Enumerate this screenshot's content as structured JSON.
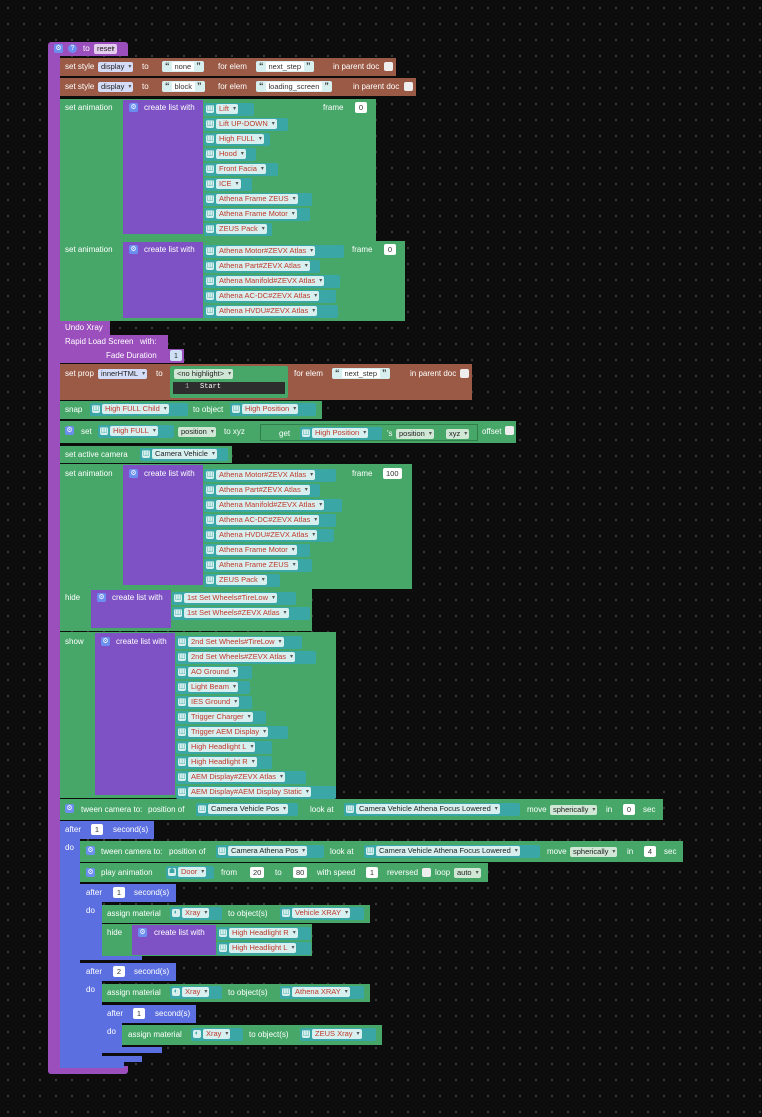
{
  "procedure": {
    "name": "reset",
    "to_label": "to",
    "help_icon": "?"
  },
  "style_blocks": [
    {
      "set_style": "set style",
      "prop": "display",
      "to": "to",
      "value": "none",
      "for_elem": "for elem",
      "elem": "next_step",
      "in_parent": "in parent doc"
    },
    {
      "set_style": "set style",
      "prop": "display",
      "to": "to",
      "value": "block",
      "for_elem": "for elem",
      "elem": "loading_screen",
      "in_parent": "in parent doc"
    }
  ],
  "anim1": {
    "label": "set animation",
    "create": "create list with",
    "frame": "frame",
    "frame_val": "0",
    "items": [
      "Lift",
      "Lift UP-DOWN",
      "High FULL",
      "Hood",
      "Front Facia",
      "ICE",
      "Athena Frame ZEUS",
      "Athena Frame Motor",
      "ZEUS Pack"
    ]
  },
  "anim2": {
    "label": "set animation",
    "create": "create list with",
    "frame": "frame",
    "frame_val": "0",
    "items": [
      "Athena Motor#ZEVX Atlas",
      "Athena Part#ZEVX Atlas",
      "Athena Manifold#ZEVX Atlas",
      "Athena AC-DC#ZEVX Atlas",
      "Athena HVDU#ZEVX Atlas"
    ]
  },
  "undo_xray": "Undo Xray",
  "rapid": {
    "label": "Rapid Load Screen",
    "with": "with:",
    "fade": "Fade Duration",
    "fade_val": "1"
  },
  "setprop": {
    "label": "set prop",
    "prop": "innerHTML",
    "to": "to",
    "highlight": "<no highlight>",
    "line_no": "1",
    "code": "Start",
    "for_elem": "for elem",
    "elem": "next_step",
    "in_parent": "in parent doc"
  },
  "snap": {
    "label": "snap",
    "obj": "High FULL Child",
    "to_object": "to object",
    "target": "High Position"
  },
  "setxyz": {
    "label": "set",
    "obj": "High FULL",
    "prop": "position",
    "to_xyz": "to xyz",
    "get": "get",
    "get_obj": "High Position",
    "s": "'s",
    "get_prop": "position",
    "xyz": "xyz",
    "offset": "offset"
  },
  "camera": {
    "label": "set active camera",
    "value": "Camera Vehicle"
  },
  "anim3": {
    "label": "set animation",
    "create": "create list with",
    "frame": "frame",
    "frame_val": "100",
    "items": [
      "Athena Motor#ZEVX Atlas",
      "Athena Part#ZEVX Atlas",
      "Athena Manifold#ZEVX Atlas",
      "Athena AC-DC#ZEVX Atlas",
      "Athena HVDU#ZEVX Atlas",
      "Athena Frame Motor",
      "Athena Frame ZEUS",
      "ZEUS Pack"
    ]
  },
  "hide1": {
    "label": "hide",
    "create": "create list with",
    "items": [
      "1st Set Wheels#TireLow",
      "1st Set Wheels#ZEVX Atlas"
    ]
  },
  "show1": {
    "label": "show",
    "create": "create list with",
    "items": [
      "2nd Set Wheels#TireLow",
      "2nd Set Wheels#ZEVX Atlas",
      "AO Ground",
      "Light Beam",
      "IES Ground",
      "Trigger Charger",
      "Trigger AEM Display",
      "High Headlight L",
      "High Headlight R",
      "AEM Display#ZEVX Atlas",
      "AEM Display#AEM Display Static"
    ]
  },
  "tween1": {
    "label": "tween camera to:",
    "pos_of": "position of",
    "pos": "Camera Vehicle Pos",
    "look_at": "look at",
    "look": "Camera Vehicle Athena Focus Lowered",
    "move": "move",
    "mode": "spherically",
    "in": "in",
    "secs": "0",
    "sec": "sec"
  },
  "after1": {
    "after": "after",
    "val": "1",
    "seconds": "second(s)",
    "do": "do"
  },
  "tween2": {
    "label": "tween camera to:",
    "pos_of": "position of",
    "pos": "Camera Athena Pos",
    "look_at": "look at",
    "look": "Camera Vehicle Athena Focus Lowered",
    "move": "move",
    "mode": "spherically",
    "in": "in",
    "secs": "4",
    "sec": "sec"
  },
  "play": {
    "label": "play animation",
    "anim": "Door",
    "from": "from",
    "from_val": "20",
    "to": "to",
    "to_val": "80",
    "speed": "with speed",
    "speed_val": "1",
    "reversed": "reversed",
    "loop": "loop",
    "loop_val": "auto"
  },
  "after2": {
    "after": "after",
    "val": "1",
    "seconds": "second(s)",
    "do": "do"
  },
  "assign1": {
    "label": "assign material",
    "mat": "Xray",
    "to_obj": "to object(s)",
    "obj": "Vehicle XRAY"
  },
  "hide2": {
    "label": "hide",
    "create": "create list with",
    "items": [
      "High Headlight R",
      "High Headlight L"
    ]
  },
  "after3": {
    "after": "after",
    "val": "2",
    "seconds": "second(s)",
    "do": "do"
  },
  "assign2": {
    "label": "assign material",
    "mat": "Xray",
    "to_obj": "to object(s)",
    "obj": "Athena XRAY"
  },
  "after4": {
    "after": "after",
    "val": "1",
    "seconds": "second(s)",
    "do": "do"
  },
  "assign3": {
    "label": "assign material",
    "mat": "Xray",
    "to_obj": "to object(s)",
    "obj": "ZEUS Xray"
  },
  "colors": {
    "procedure": "#9b4fbd",
    "style": "#9a5a45",
    "action": "#46a768",
    "list": "#7e52c5",
    "timer": "#5b6fe0",
    "object": "#3aa7a6"
  }
}
